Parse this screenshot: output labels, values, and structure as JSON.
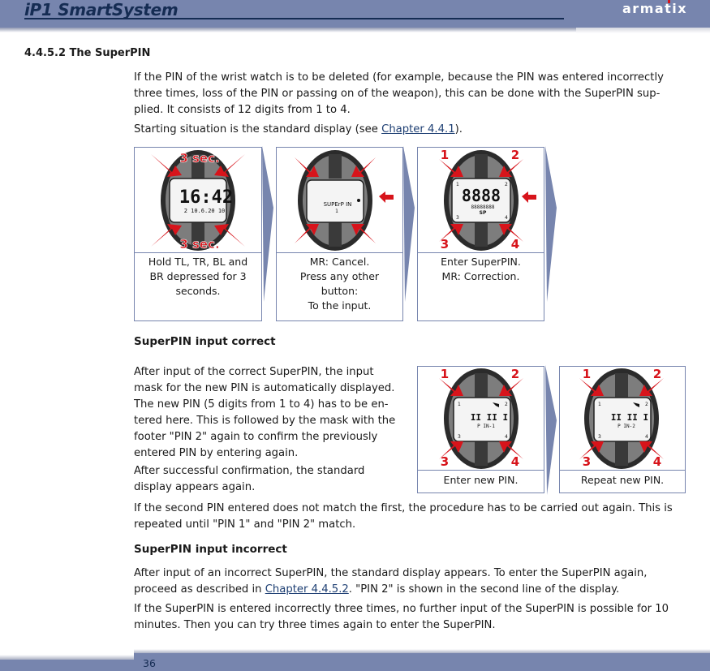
{
  "header": {
    "title": "iP1 SmartSystem",
    "brand": "armatix",
    "colors": {
      "band": "#7785ae",
      "title": "#152c53",
      "brand_dot": "#d7141b"
    }
  },
  "section": {
    "number_title": "4.4.5.2  The SuperPIN",
    "intro_lines": [
      "If the PIN of the wrist watch is to be deleted (for example, because the PIN was entered incorrectly",
      "three times, loss of the PIN or passing on of the weapon), this can be done with the SuperPIN sup-",
      "plied. It consists of 12 digits from 1 to 4."
    ],
    "start_prefix": "Starting situation is the standard display (see ",
    "start_link": "Chapter 4.4.1",
    "start_suffix": ")."
  },
  "steps_top": [
    {
      "image": {
        "overlay_top": "3 sec.",
        "overlay_bottom": "3 sec.",
        "display_main": "16:42",
        "display_sub": "2 10.6.20 10"
      },
      "caption_lines": [
        "Hold TL, TR, BL and",
        "BR depressed for 3",
        "seconds."
      ]
    },
    {
      "image": {
        "display_main": "SUPErP IN",
        "display_sub": "1"
      },
      "caption_lines": [
        "MR: Cancel.",
        "Press any other",
        "button:",
        "To the input."
      ]
    },
    {
      "image": {
        "corner_labels": [
          "1",
          "2",
          "3",
          "4"
        ],
        "display_main": "8888",
        "display_sub": "88888888",
        "display_tag": "SP"
      },
      "caption_lines": [
        "Enter SuperPIN.",
        "MR: Correction."
      ]
    }
  ],
  "correct": {
    "heading": "SuperPIN input correct",
    "lines": [
      "After input of the correct SuperPIN, the input",
      "mask for the new PIN is automatically displayed.",
      "The new PIN (5 digits from 1 to 4) has to be en-",
      "tered here. This is followed by the mask with the",
      "footer \"PIN 2\" again to confirm the previously",
      "entered PIN by entering again."
    ],
    "lines2": [
      "After successful confirmation, the standard",
      "display appears again."
    ],
    "steps": [
      {
        "image": {
          "corner_labels": [
            "1",
            "2",
            "3",
            "4"
          ],
          "display_main": "II II I",
          "display_sub": "P IN-1"
        },
        "caption": "Enter new PIN."
      },
      {
        "image": {
          "corner_labels": [
            "1",
            "2",
            "3",
            "4"
          ],
          "display_main": "II II I",
          "display_sub": "P IN-2"
        },
        "caption": "Repeat new PIN."
      }
    ],
    "mismatch_lines": [
      "If the second PIN entered does not match the first, the procedure has to be carried out again. This is",
      "repeated until \"PIN 1\" and \"PIN 2\" match."
    ]
  },
  "incorrect": {
    "heading": "SuperPIN input incorrect",
    "line1": "After input of an incorrect SuperPIN, the standard display appears. To enter the SuperPIN again,",
    "line2_prefix": "proceed as described in ",
    "line2_link": "Chapter 4.4.5.2",
    "line2_suffix": ". \"PIN 2\" is shown in the second line of the display.",
    "lockout_lines": [
      "If the SuperPIN is entered incorrectly three times, no further input of the SuperPIN is possible for 10",
      "minutes. Then you can try three times again to enter the SuperPIN."
    ]
  },
  "footer": {
    "page_number": "36"
  }
}
